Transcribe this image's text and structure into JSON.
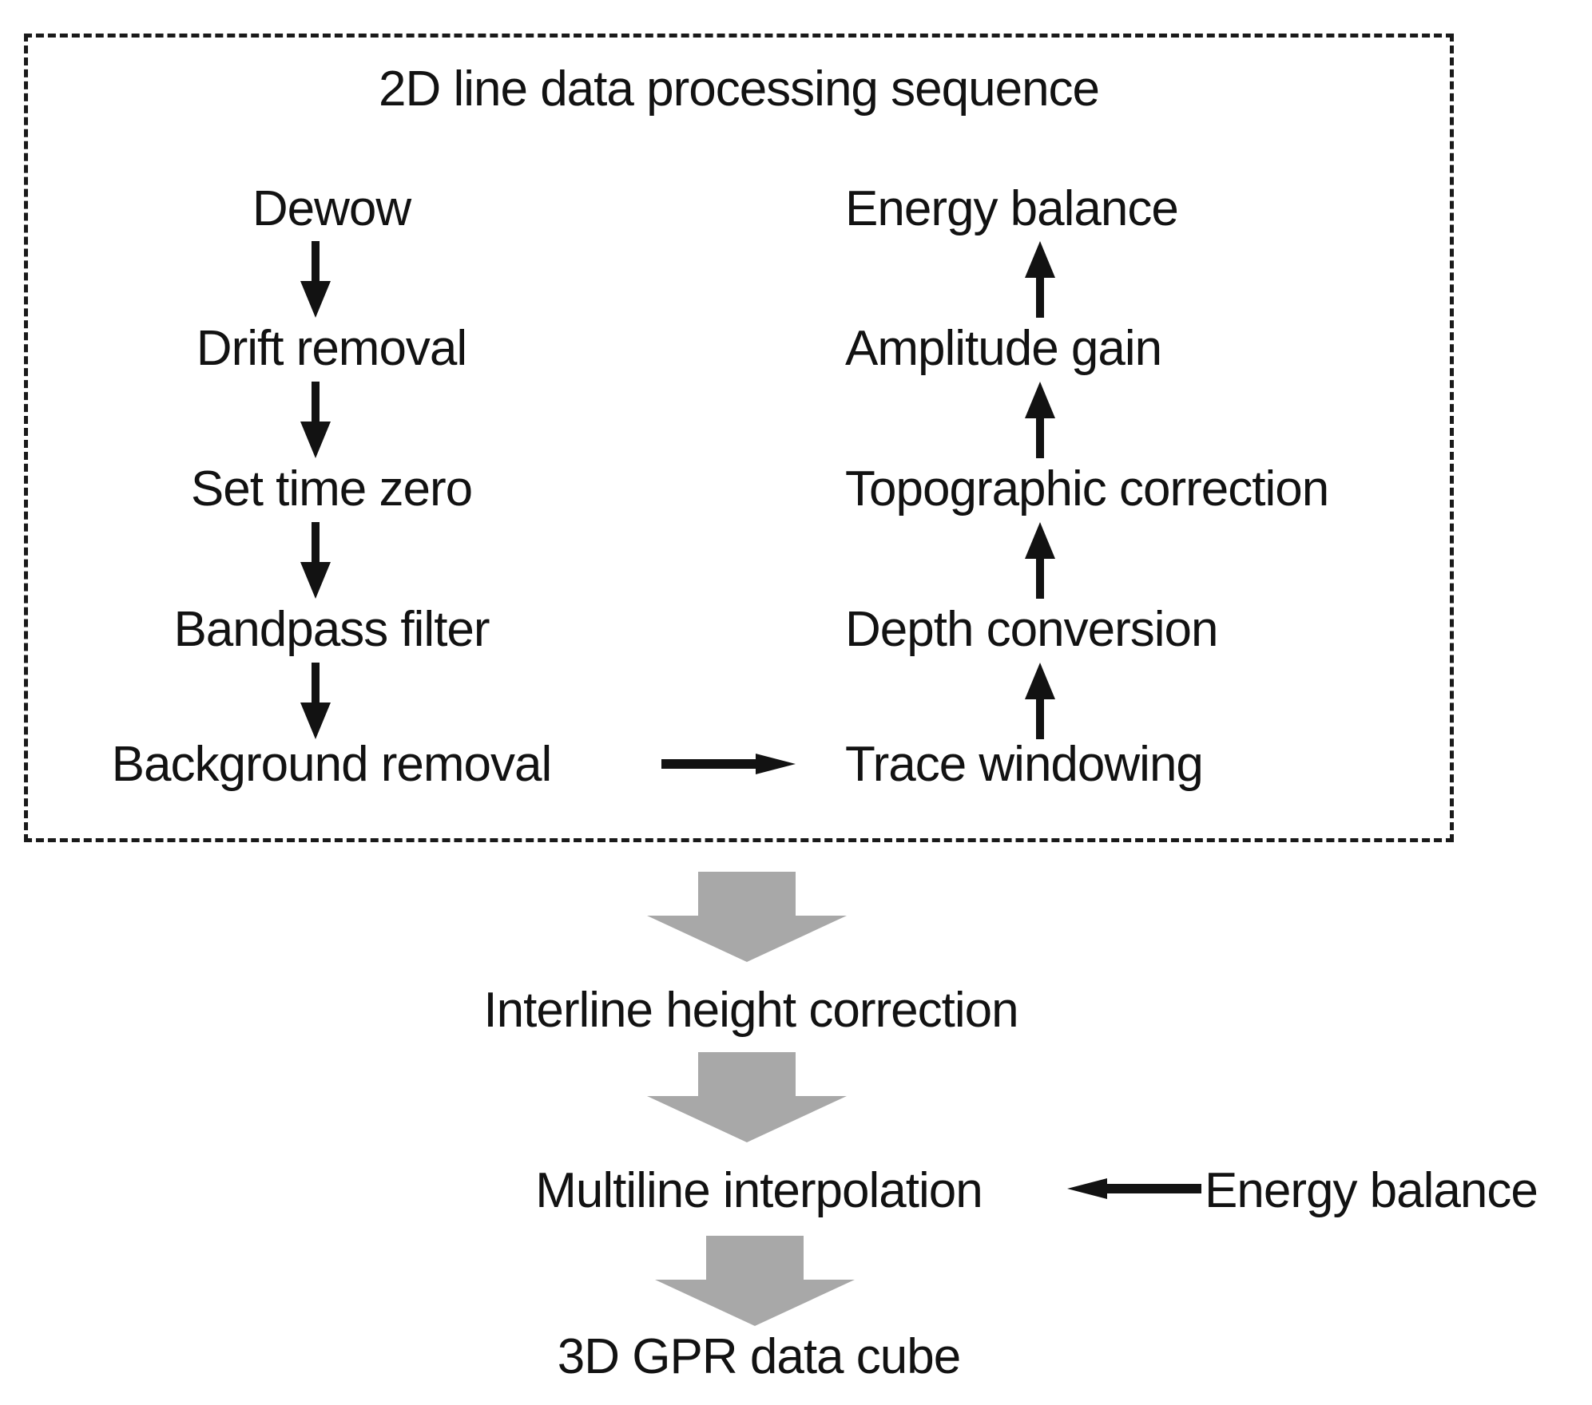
{
  "title": "2D line data processing sequence",
  "box": {
    "left_column": [
      "Dewow",
      "Drift removal",
      "Set time zero",
      "Bandpass filter",
      "Background removal"
    ],
    "right_column": [
      "Energy balance",
      "Amplitude gain",
      "Topographic correction",
      "Depth conversion",
      "Trace windowing"
    ]
  },
  "flow": {
    "step1": "Interline height correction",
    "step2": "Multiline interpolation",
    "side_input": "Energy balance",
    "result": "3D GPR data cube"
  },
  "colors": {
    "text": "#121212",
    "arrow_black": "#121212",
    "arrow_gray": "#a8a8a8"
  }
}
